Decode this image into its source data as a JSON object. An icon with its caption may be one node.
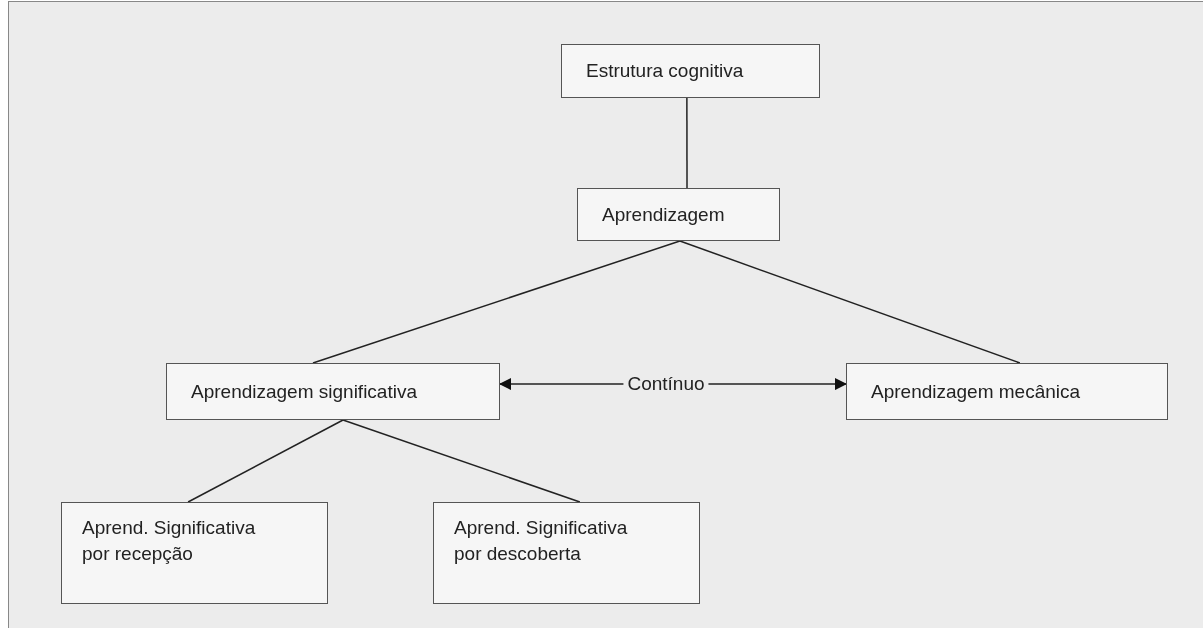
{
  "diagram": {
    "nodes": [
      {
        "text": [
          "Estrutura cognitiva"
        ]
      },
      {
        "text": [
          "Aprendizagem"
        ]
      },
      {
        "text": [
          "Aprendizagem significativa"
        ]
      },
      {
        "text": [
          "Aprendizagem mecânica"
        ]
      },
      {
        "text": [
          "Aprend. Significativa por recepção"
        ]
      },
      {
        "text": [
          "Aprend. Significativa por descoberta"
        ]
      }
    ],
    "edges": [
      {
        "from": 0,
        "to": 1,
        "arrow": "none"
      },
      {
        "from": 1,
        "to": 2,
        "arrow": "none"
      },
      {
        "from": 1,
        "to": 3,
        "arrow": "none"
      },
      {
        "from": 2,
        "to": 3,
        "arrow": "both",
        "label": "Contínuo"
      },
      {
        "from": 2,
        "to": 4,
        "arrow": "none"
      },
      {
        "from": 2,
        "to": 5,
        "arrow": "none"
      }
    ]
  }
}
